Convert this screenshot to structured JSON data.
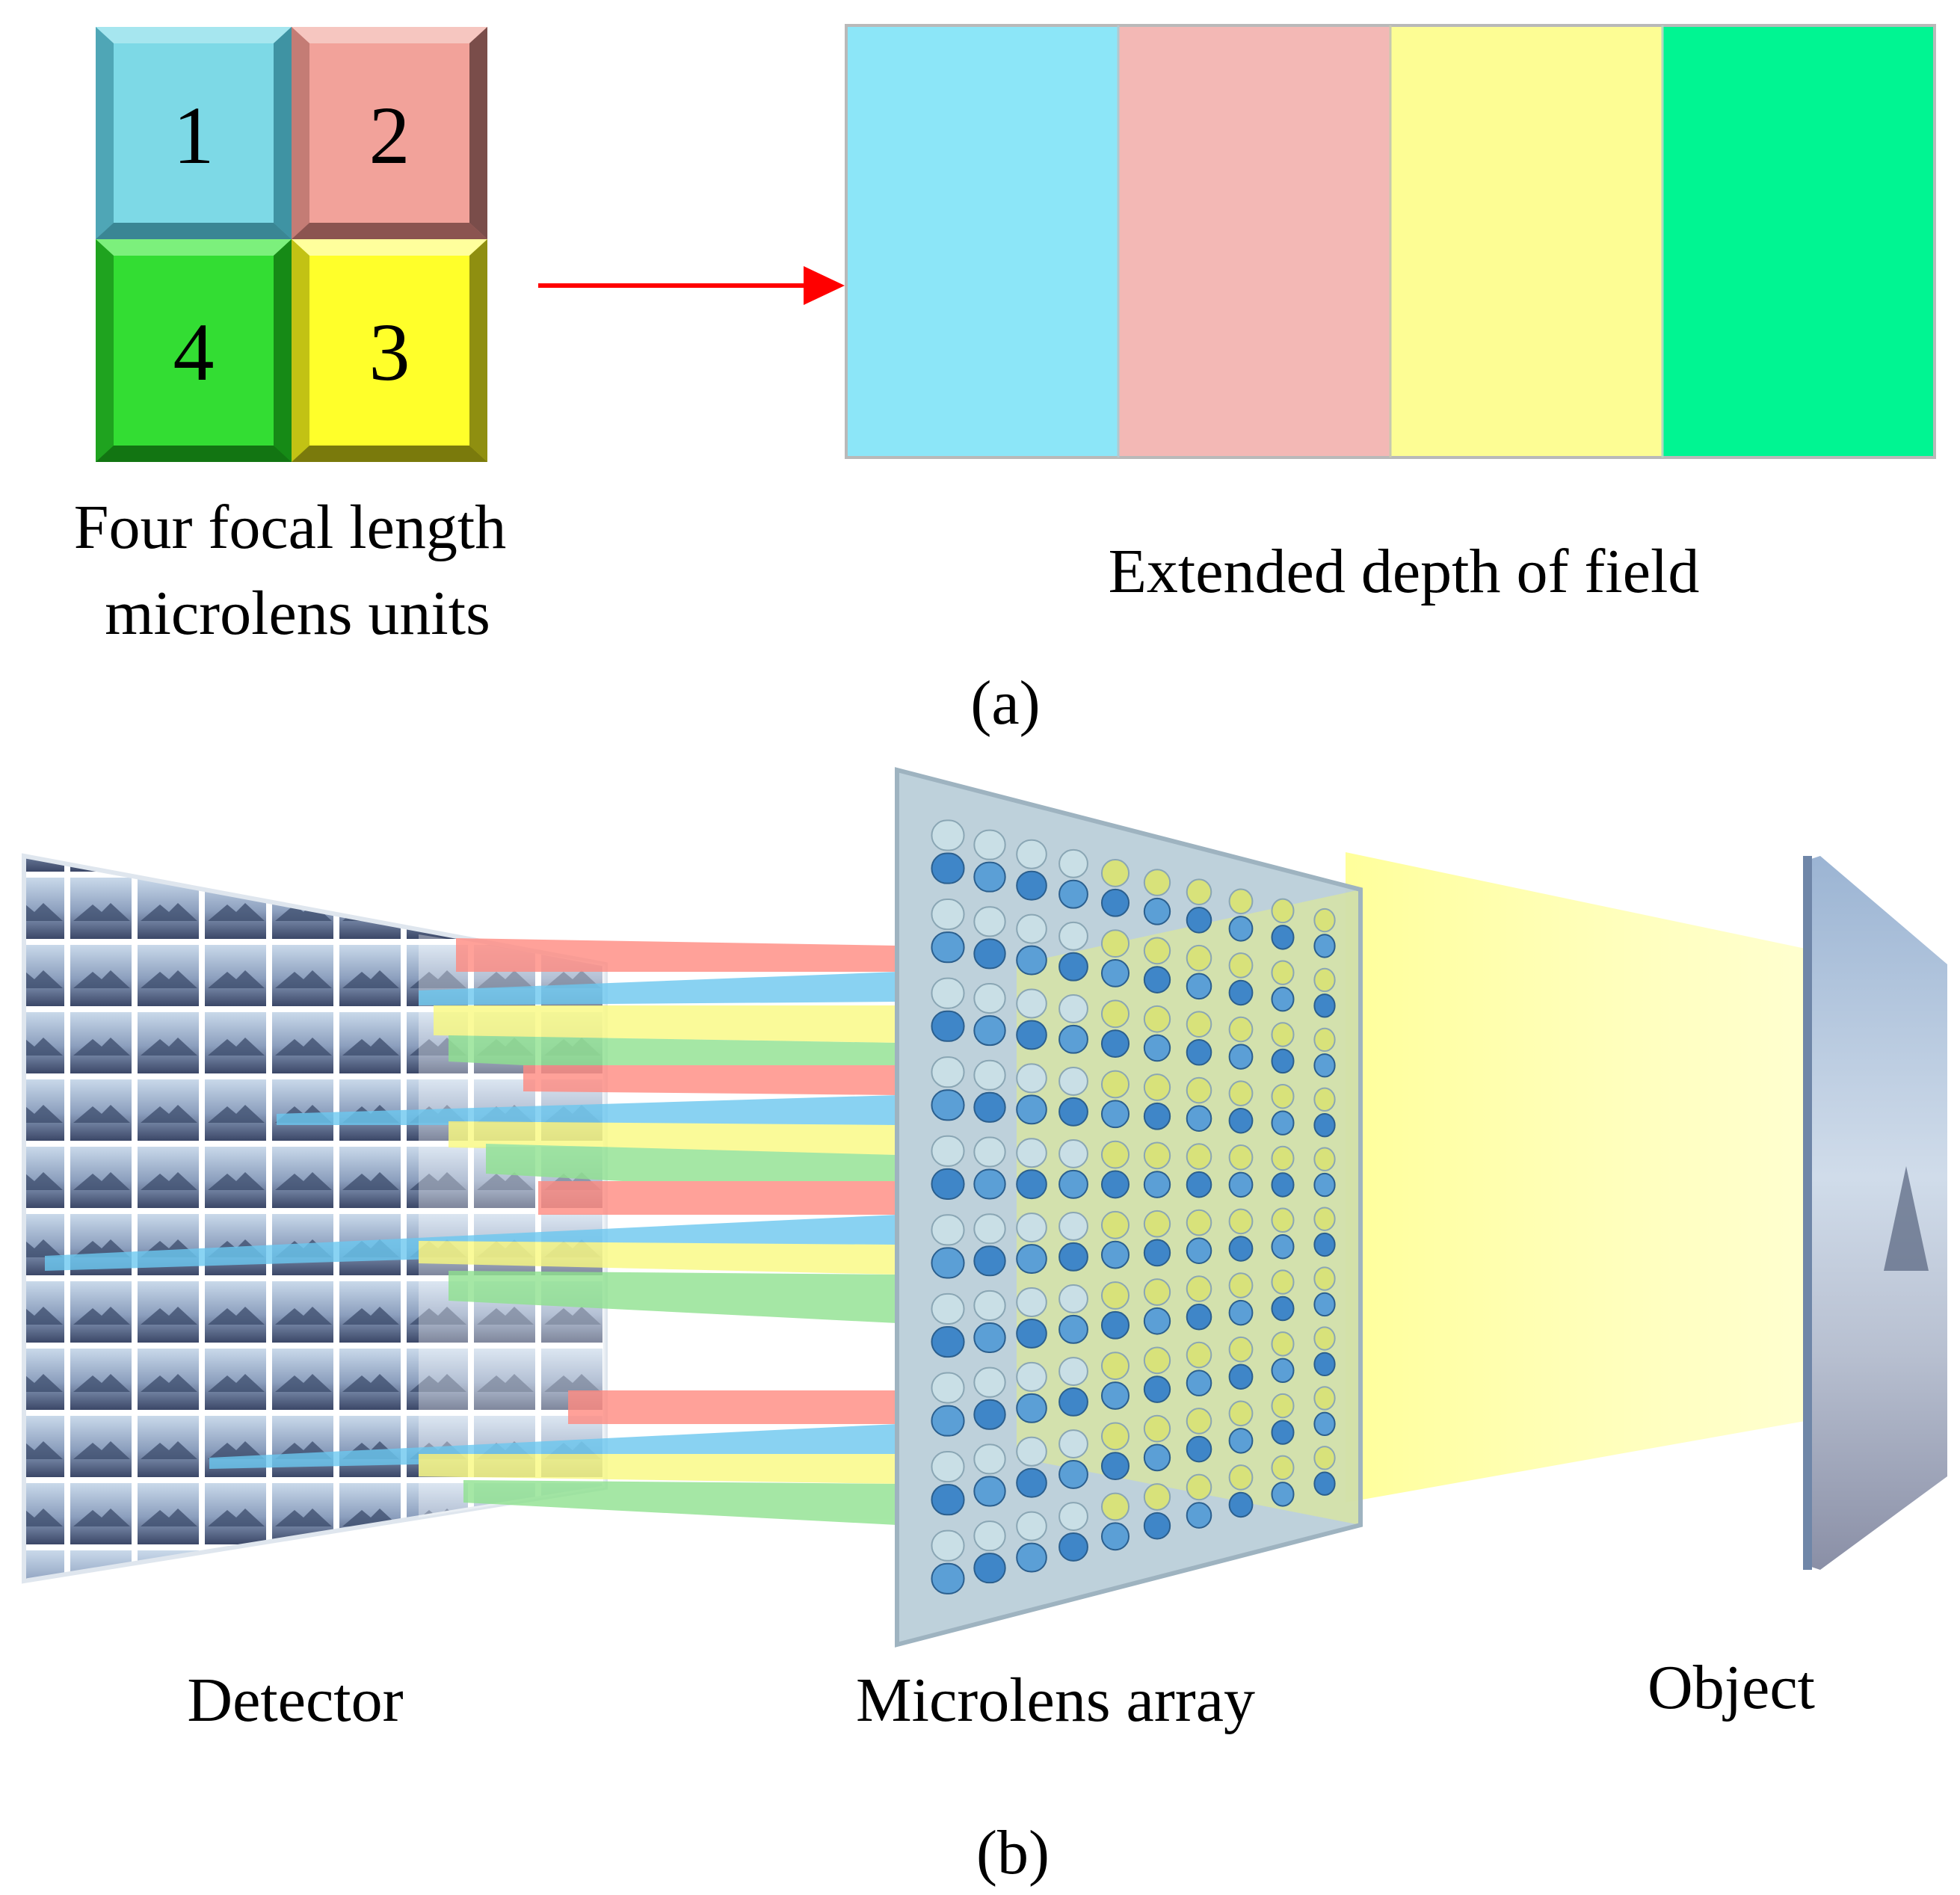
{
  "panel_a": {
    "units": [
      {
        "number": "1",
        "color": "#7dd9e6"
      },
      {
        "number": "2",
        "color": "#f2a29a"
      },
      {
        "number": "3",
        "color": "#ffff2a"
      },
      {
        "number": "4",
        "color": "#33dd33"
      }
    ],
    "units_label_line1": "Four focal length",
    "units_label_line2": "microlens units",
    "arrow_color": "#ff0000",
    "depth_bands": [
      {
        "color": "#8ce6f8"
      },
      {
        "color": "#f3b8b5"
      },
      {
        "color": "#fdfd94"
      },
      {
        "color": "#00f592"
      }
    ],
    "depth_label": "Extended depth of field",
    "caption": "(a)"
  },
  "panel_b": {
    "detector_label": "Detector",
    "microlens_label": "Microlens array",
    "object_label": "Object",
    "caption": "(b)",
    "beam_colors": {
      "red": "#ff8a80",
      "blue": "#6cc8f0",
      "green": "#8fe28f",
      "yellow": "#fafa80"
    }
  }
}
